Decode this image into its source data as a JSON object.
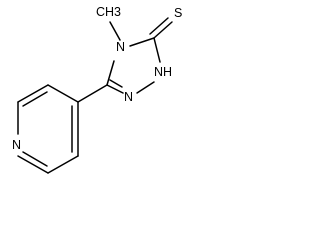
{
  "molecule": {
    "atoms": {
      "n_ring_nitrogen": "N",
      "methyl_substituent": "CH3",
      "ring_nitrogen_4": "N",
      "thione_sulfur": "S",
      "ring_nh_nitrogen": "NH",
      "ring_nitrogen_1": "N"
    }
  }
}
